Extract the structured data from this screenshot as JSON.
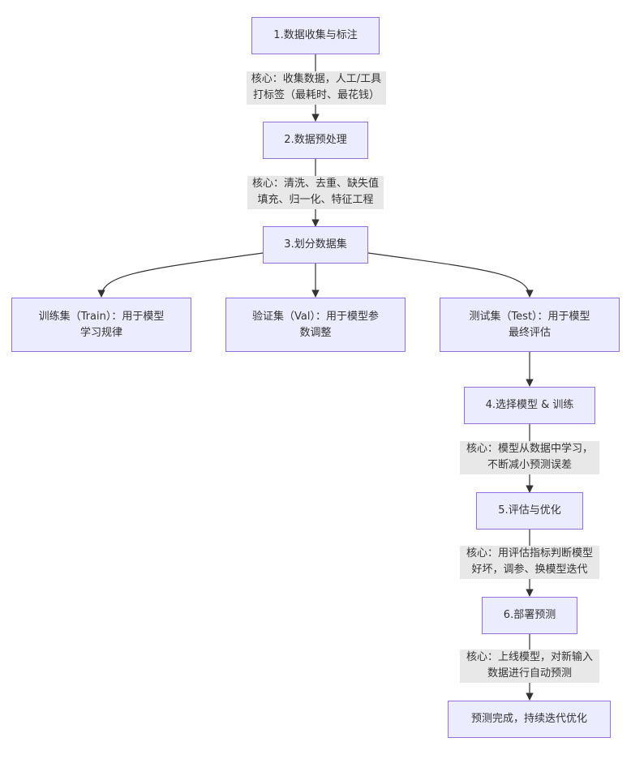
{
  "nodes": {
    "n1": {
      "lines": [
        "1.数据收集与标注"
      ]
    },
    "n2": {
      "lines": [
        "2.数据预处理"
      ]
    },
    "n3": {
      "lines": [
        "3.划分数据集"
      ]
    },
    "train": {
      "lines": [
        "训练集（Train）：用于模型",
        "学习规律"
      ]
    },
    "val": {
      "lines": [
        "验证集（Val）：用于模型参",
        "数调整"
      ]
    },
    "test": {
      "lines": [
        "测试集（Test）：用于模型",
        "最终评估"
      ]
    },
    "n4": {
      "lines": [
        "4.选择模型 & 训练"
      ]
    },
    "n5": {
      "lines": [
        "5.评估与优化"
      ]
    },
    "n6": {
      "lines": [
        "6.部署预测"
      ]
    },
    "end": {
      "lines": [
        "预测完成，持续迭代优化"
      ]
    }
  },
  "edge_labels": {
    "e1": {
      "lines": [
        "核心：收集数据，人工/工具",
        "打标签（最耗时、最花钱）"
      ]
    },
    "e2": {
      "lines": [
        "核心：清洗、去重、缺失值",
        "填充、归一化、特征工程"
      ]
    },
    "e4": {
      "lines": [
        "核心：模型从数据中学习，",
        "不断减小预测误差"
      ]
    },
    "e5": {
      "lines": [
        "核心：用评估指标判断模型",
        "好坏，调参、换模型迭代"
      ]
    },
    "e6": {
      "lines": [
        "核心：上线模型，对新输入",
        "数据进行自动预测"
      ]
    }
  },
  "colors": {
    "node_fill": "#ECECFF",
    "node_border": "#9370DB",
    "edge": "#333333",
    "label_bg": "#E8E8E8",
    "text": "#333333"
  }
}
